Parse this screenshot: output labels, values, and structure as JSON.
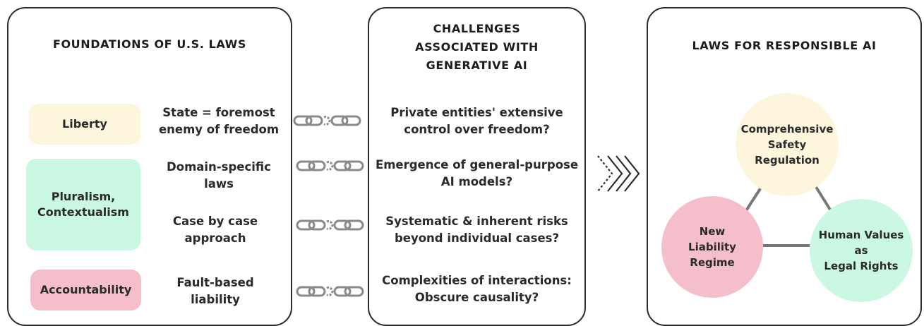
{
  "left_panel": {
    "title": "FOUNDATIONS OF U.S. LAWS",
    "pills": [
      {
        "label": "Liberty",
        "color": "#fef6dc"
      },
      {
        "label": "Pluralism,\nContextualism",
        "color": "#cbf8e2"
      },
      {
        "label": "Accountability",
        "color": "#f4bfca"
      }
    ],
    "statements": [
      "State = foremost\nenemy of freedom",
      "Domain-specific\nlaws",
      "Case by case\napproach",
      "Fault-based\nliability"
    ]
  },
  "middle_panel": {
    "title": "CHALLENGES\nASSOCIATED WITH\nGENERATIVE AI",
    "challenges": [
      "Private entities' extensive\ncontrol over freedom?",
      "Emergence of general-purpose\nAI models?",
      "Systematic & inherent risks\nbeyond individual cases?",
      "Complexities of interactions:\nObscure causality?"
    ]
  },
  "right_panel": {
    "title": "LAWS FOR RESPONSIBLE AI",
    "circles": [
      {
        "label": "Comprehensive\nSafety\nRegulation",
        "color": "#fef6dc"
      },
      {
        "label": "New\nLiability\nRegime",
        "color": "#f4bfca"
      },
      {
        "label": "Human Values\nas\nLegal Rights",
        "color": "#cbf8e2"
      }
    ]
  },
  "icons": {
    "chain": "broken-chain-icon",
    "arrow": "forward-chevrons-icon"
  },
  "colors": {
    "border": "#2b2b2b",
    "chain": "#8a8a8a",
    "connector": "#777777"
  }
}
